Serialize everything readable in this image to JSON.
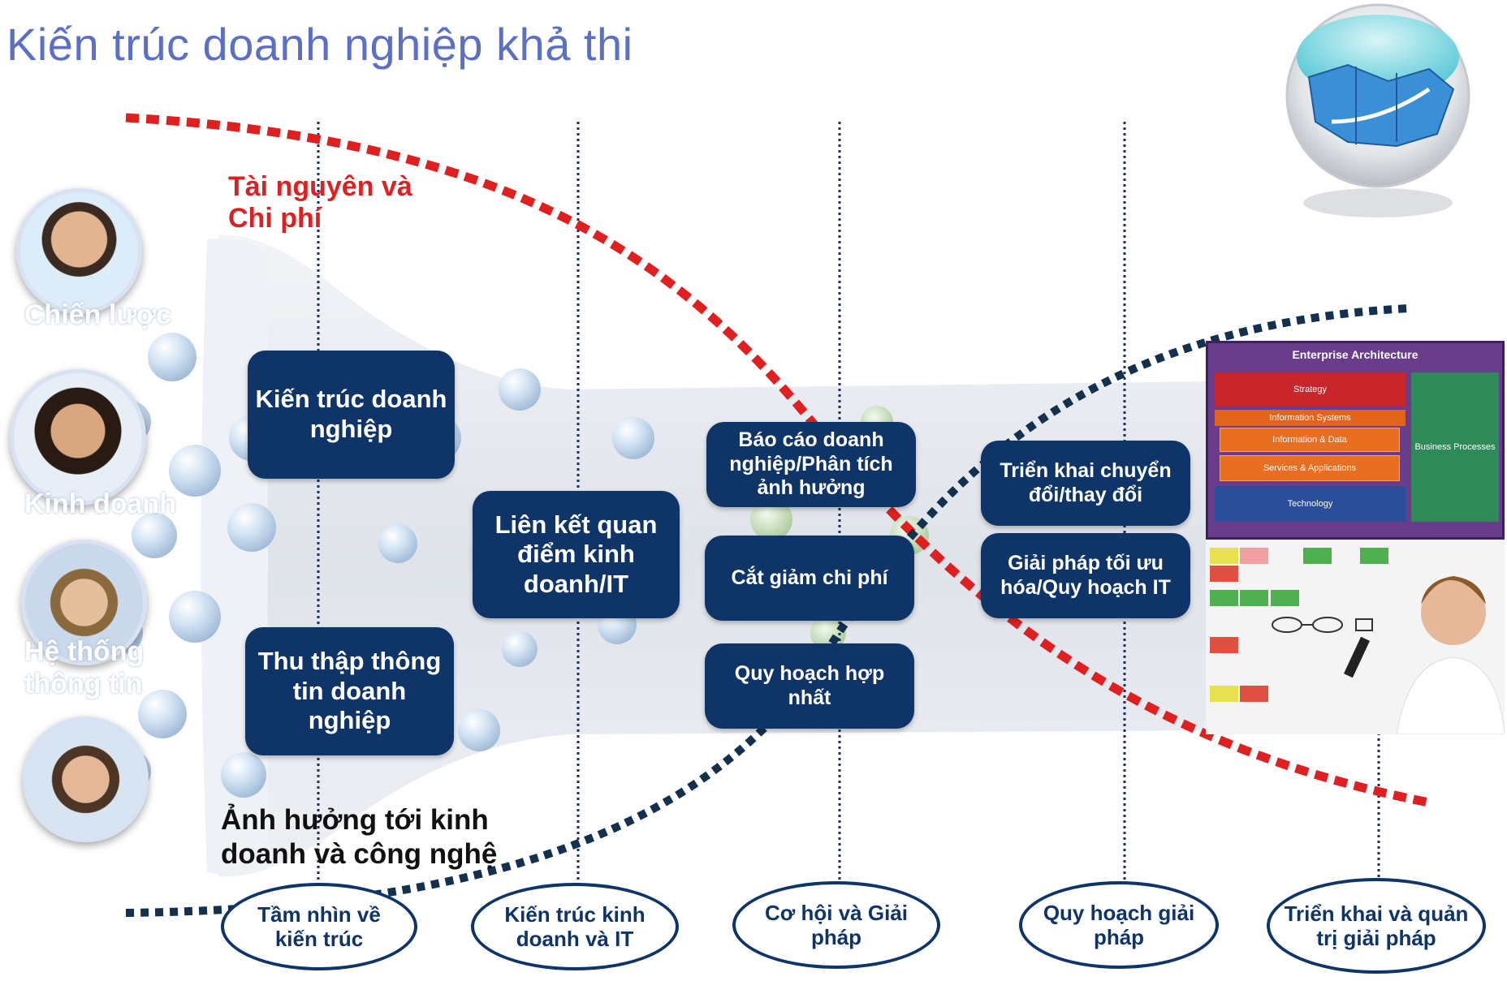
{
  "title": "Kiến trúc doanh nghiệp khả thi",
  "labels": {
    "resources": "Tài nguyên và Chi phí",
    "impact": "Ảnh hưởng tới kinh doanh và công nghệ"
  },
  "side_labels": {
    "strategy": "Chiến lược",
    "business": "Kinh doanh",
    "systems_line1": "Hệ thống",
    "systems_line2": "thông tin"
  },
  "boxes": {
    "enterprise_architecture": "Kiến trúc doanh nghiệp",
    "collect_info": "Thu thập thông tin doanh nghiệp",
    "link_views": "Liên kết quan điểm kinh doanh/IT",
    "impact_report": "Báo cáo doanh nghiệp/Phân tích ảnh hưởng",
    "cost_cut": "Cắt giảm chi phí",
    "consolidation": "Quy hoạch hợp nhất",
    "deploy_change": "Triển khai chuyển đổi/thay đổi",
    "optimize": "Giải pháp tối ưu hóa/Quy hoạch IT"
  },
  "phases": [
    "Tầm nhìn về kiến trúc",
    "Kiến trúc kinh doanh và IT",
    "Cơ hội và Giải pháp",
    "Quy hoạch giải pháp",
    "Triển khai và quản trị giải pháp"
  ],
  "ea_diagram": {
    "title": "Enterprise Architecture",
    "strategy": "Strategy",
    "information_systems": "Information Systems",
    "information_data": "Information & Data",
    "services_applications": "Services & Applications",
    "technology": "Technology",
    "business_processes": "Business Processes"
  },
  "colors": {
    "title": "#5b6fc7",
    "box": "#0e3468",
    "red_curve": "#e02020",
    "dark_curve": "#13304f"
  }
}
